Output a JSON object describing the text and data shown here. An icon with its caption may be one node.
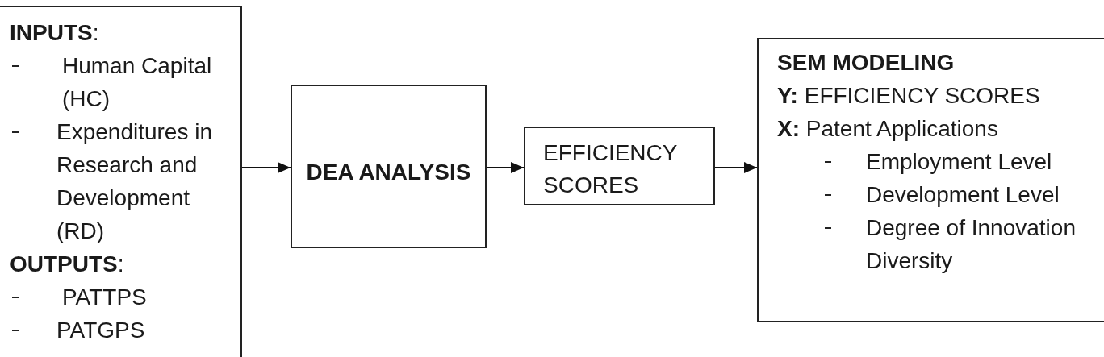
{
  "diagram": {
    "nodes": [
      {
        "text": [
          "**INPUTS**:",
          "Human Capital (HC)",
          "Expenditures in Research and Development (RD)",
          "**OUTPUTS**:",
          "PATTPS",
          "PATGPS"
        ]
      },
      {
        "text": [
          "DEA ANALYSIS"
        ]
      },
      {
        "text": [
          "EFFICIENCY SCORES"
        ]
      },
      {
        "text": [
          "SEM MODELING",
          "**Y:** EFFICIENCY SCORES",
          "**X:** Patent Applications",
          "Employment Level",
          "Development Level",
          "Degree of Innovation Diversity"
        ]
      }
    ],
    "edges": [
      {
        "from": 0,
        "to": 1,
        "arrow": "to"
      },
      {
        "from": 1,
        "to": 2,
        "arrow": "to"
      },
      {
        "from": 2,
        "to": 3,
        "arrow": "to"
      }
    ]
  }
}
